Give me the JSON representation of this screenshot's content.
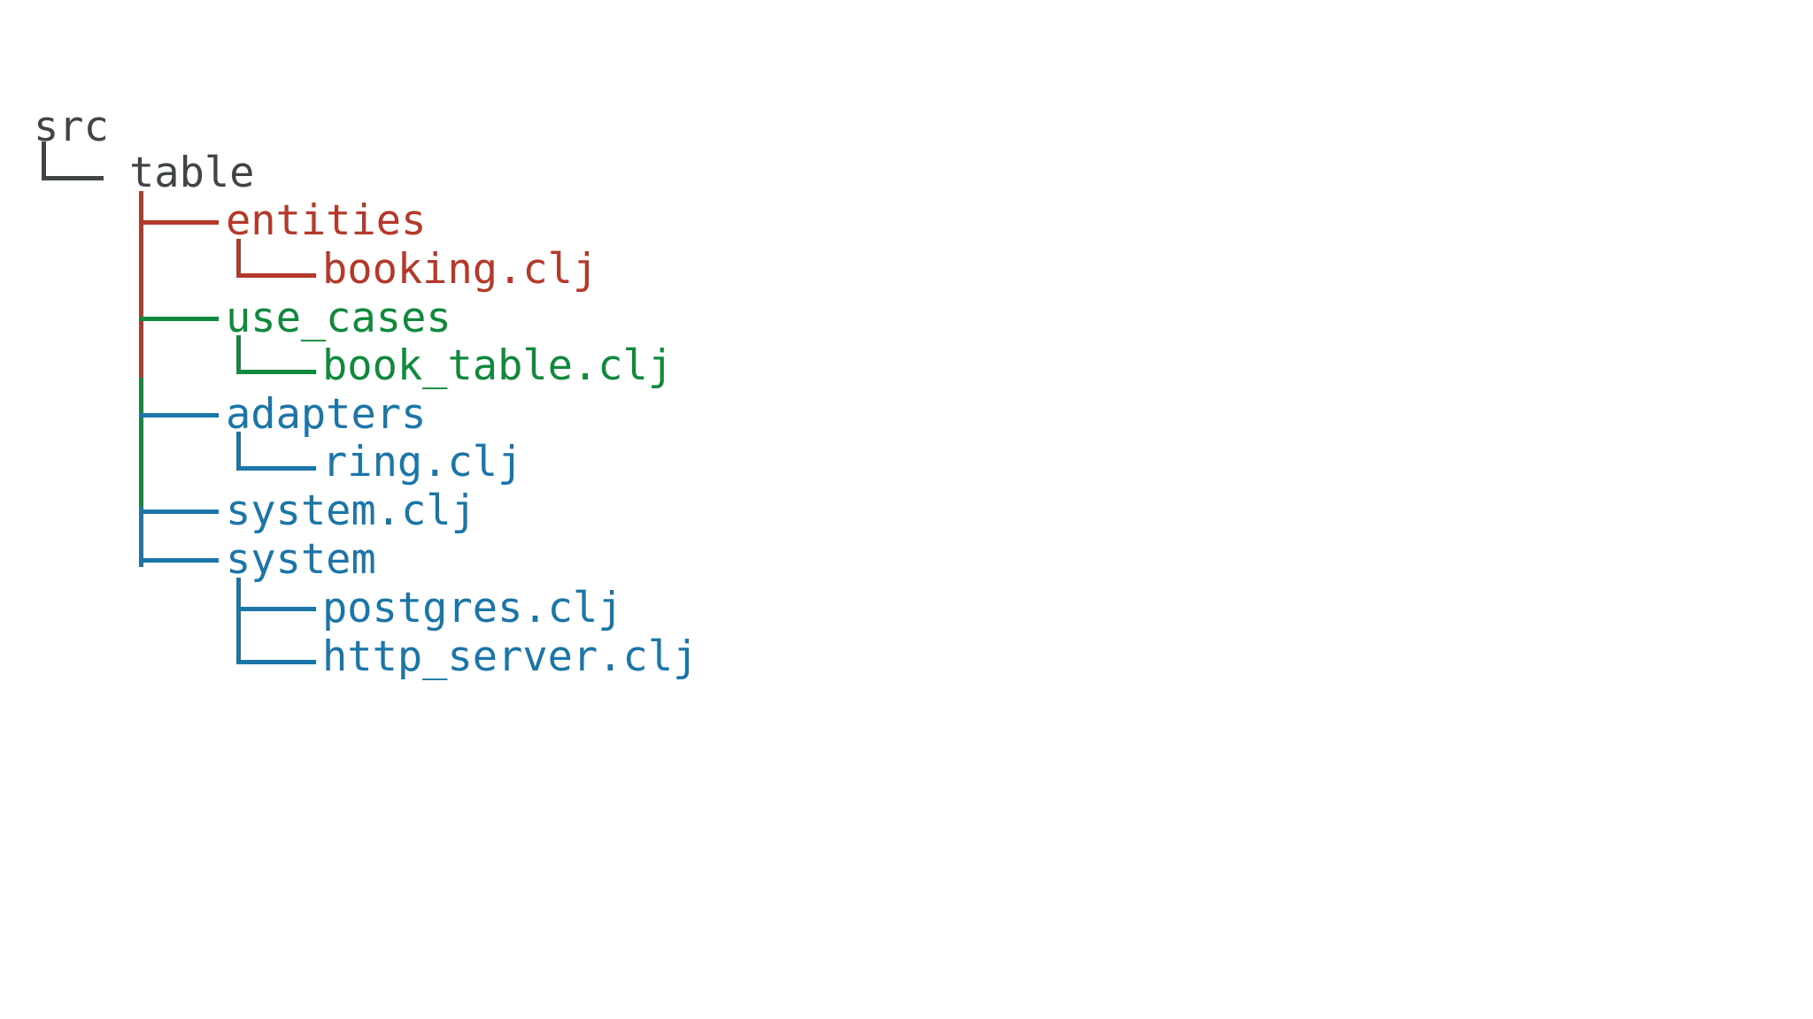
{
  "diagram": {
    "type": "file-tree",
    "background": "#ffffff",
    "palette": {
      "root": "#3f4447",
      "entities": "#b5392a",
      "use_cases": "#10893c",
      "adapters": "#1b75a8"
    },
    "root": {
      "name": "src",
      "color_key": "root"
    },
    "nodes": [
      {
        "id": "src",
        "label": "src",
        "depth": 0,
        "kind": "directory",
        "color_key": "root",
        "connector": "none"
      },
      {
        "id": "table",
        "label": "table",
        "depth": 1,
        "kind": "directory",
        "color_key": "root",
        "connector": "last"
      },
      {
        "id": "entities",
        "label": "entities",
        "depth": 2,
        "kind": "directory",
        "color_key": "entities",
        "connector": "tee"
      },
      {
        "id": "booking",
        "label": "booking.clj",
        "depth": 3,
        "kind": "file",
        "color_key": "entities",
        "connector": "last"
      },
      {
        "id": "use_cases",
        "label": "use_cases",
        "depth": 2,
        "kind": "directory",
        "color_key": "use_cases",
        "connector": "tee"
      },
      {
        "id": "book_table",
        "label": "book_table.clj",
        "depth": 3,
        "kind": "file",
        "color_key": "use_cases",
        "connector": "last"
      },
      {
        "id": "adapters",
        "label": "adapters",
        "depth": 2,
        "kind": "directory",
        "color_key": "adapters",
        "connector": "tee"
      },
      {
        "id": "ring",
        "label": "ring.clj",
        "depth": 3,
        "kind": "file",
        "color_key": "adapters",
        "connector": "last"
      },
      {
        "id": "system_clj",
        "label": "system.clj",
        "depth": 2,
        "kind": "file",
        "color_key": "adapters",
        "connector": "tee"
      },
      {
        "id": "system",
        "label": "system",
        "depth": 2,
        "kind": "directory",
        "color_key": "adapters",
        "connector": "last"
      },
      {
        "id": "postgres",
        "label": "postgres.clj",
        "depth": 3,
        "kind": "file",
        "color_key": "adapters",
        "connector": "tee"
      },
      {
        "id": "http_server",
        "label": "http_server.clj",
        "depth": 3,
        "kind": "file",
        "color_key": "adapters",
        "connector": "last"
      }
    ]
  }
}
